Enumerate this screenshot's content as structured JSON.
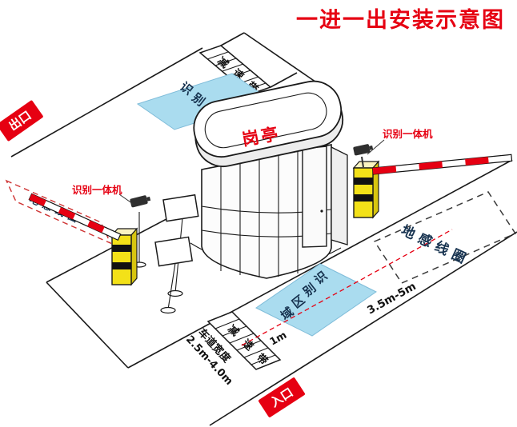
{
  "title": "一进一出安装示意图",
  "badges": {
    "exit": "出口",
    "entrance": "入口"
  },
  "booth": {
    "label": "岗亭"
  },
  "zones": {
    "recognition_top": "识别区域",
    "recognition_bottom": "识别区域",
    "speed_bump_top": "减速带",
    "speed_bump_bottom": "减速带",
    "coil_left": "地感线圈",
    "coil_right": "地感线圈"
  },
  "devices": {
    "camera_left": "识别一体机",
    "camera_right": "识别一体机"
  },
  "dimensions": {
    "coil_distance": "3.5m-5m",
    "zone_gap": "1m",
    "lane_width_label": "车道宽度",
    "lane_width_value": "2.5m-4.0m"
  },
  "colors": {
    "accent_red": "#e60012",
    "zone_blue": "#aadcef",
    "pole_yellow": "#f3e118",
    "coil_dash_left": "#cf3434",
    "coil_dash_right": "#3a3a3a",
    "marking_text": "#16324f"
  }
}
